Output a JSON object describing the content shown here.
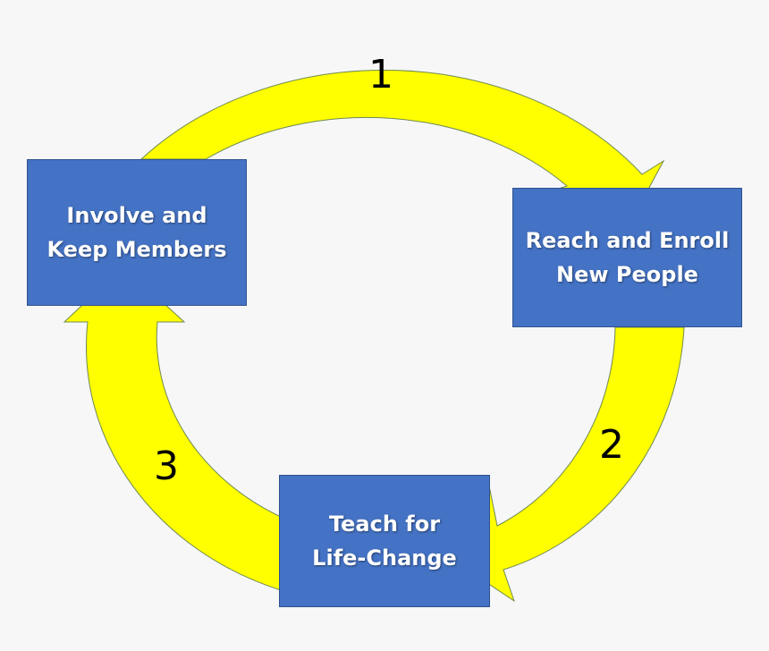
{
  "colors": {
    "arrow_fill": "#ffff00",
    "arrow_stroke": "#6f8a52",
    "box_fill": "#4472c4",
    "box_text": "#ffffff"
  },
  "nodes": [
    {
      "id": "reach",
      "line1": "Reach and Enroll",
      "line2": "New People"
    },
    {
      "id": "teach",
      "line1": "Teach for",
      "line2": "Life-Change"
    },
    {
      "id": "involve",
      "line1": "Involve and",
      "line2": "Keep Members"
    }
  ],
  "steps": [
    "1",
    "2",
    "3"
  ]
}
